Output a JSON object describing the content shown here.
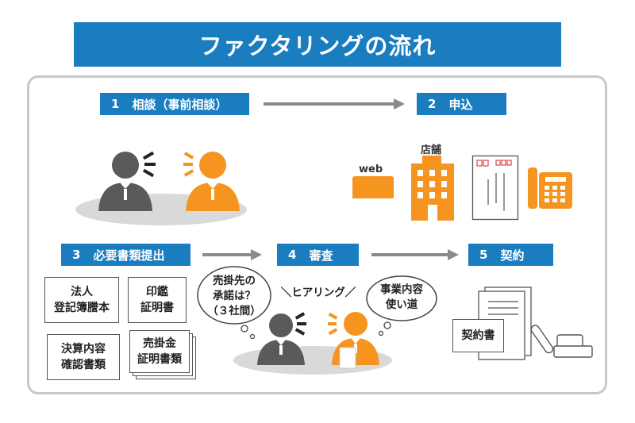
{
  "title": "ファクタリングの流れ",
  "steps": [
    {
      "num": "1",
      "label": "相談（事前相談）"
    },
    {
      "num": "2",
      "label": "申込"
    },
    {
      "num": "3",
      "label": "必要書類提出"
    },
    {
      "num": "4",
      "label": "審査"
    },
    {
      "num": "5",
      "label": "契約"
    }
  ],
  "apply_methods": {
    "web": "web",
    "store": "店舗"
  },
  "documents": {
    "corp_reg_1": "法人",
    "corp_reg_2": "登記簿謄本",
    "seal_1": "印鑑",
    "seal_2": "証明書",
    "fin_1": "決算内容",
    "fin_2": "確認書類",
    "recv_1": "売掛金",
    "recv_2": "証明書類"
  },
  "hearing": {
    "left_bubble_1": "売掛先の",
    "left_bubble_2": "承諾は？",
    "left_bubble_3": "（３社間）",
    "center": "＼ヒアリング／",
    "right_bubble_1": "事業内容",
    "right_bubble_2": "使い道"
  },
  "contract_doc": "契約書",
  "colors": {
    "blue": "#1a7dbf",
    "orange": "#f5951f",
    "gray": "#5a5a5a",
    "frame": "#c8c8c8"
  }
}
